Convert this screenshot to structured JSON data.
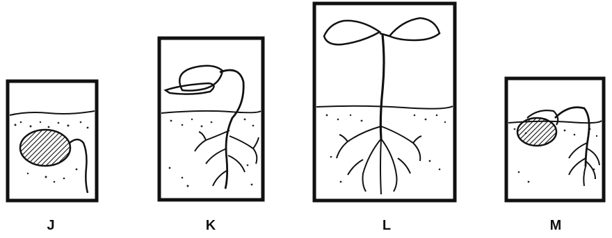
{
  "panels": [
    {
      "label": "J"
    },
    {
      "label": "K"
    },
    {
      "label": "L"
    },
    {
      "label": "M"
    }
  ]
}
